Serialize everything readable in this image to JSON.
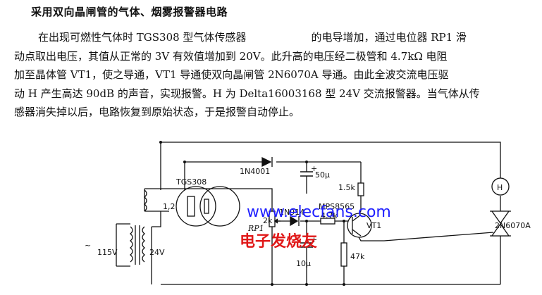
{
  "title": "采用双向晶闸管的气体、烟雾报警器电路",
  "paragraph": {
    "line1_a": "在出现可燃性气体时 TGS308 型气体传感器",
    "line1_b": "的电导增加，通过电位器 RP1 滑",
    "line2": "动点取出电压，其值从正常的 3V 有效值增加到 20V。此升高的电压经二极管和 4.7kΩ 电阻",
    "line3": "加至晶体管 VT1，使之导通，VT1 导通使双向晶闸管 2N6070A 导通。由此全波交流电压驱",
    "line4": "动 H 产生高达 90dB 的声音，实现报警。H 为 Delta16003168 型 24V 交流报警器。当气体从传",
    "line5": "感器消失掉以后，电路恢复到原始状态，于是报警自动停止。"
  },
  "circuit": {
    "sensor": "TGS308",
    "sensor_pins": "1,2",
    "diode1": "1N4001",
    "cap1": "50μ",
    "res1": "1.5k",
    "horn": "H",
    "pot_value": "2k",
    "pot_name": "RP1",
    "diode2": "1N914",
    "transistor_model": "MPS8565",
    "res2": "4.7k",
    "transistor_name": "VT1",
    "triac": "2N6070A",
    "cap2": "10μ",
    "res3": "47k",
    "mains": "115V",
    "secondary": "24V",
    "tilde": "~",
    "plus": "+"
  },
  "watermark": {
    "url": "www.elecfans.com",
    "cn": "电子发烧友"
  },
  "colors": {
    "watermark_url": "#1e1eff",
    "watermark_cn": "#e01818"
  }
}
